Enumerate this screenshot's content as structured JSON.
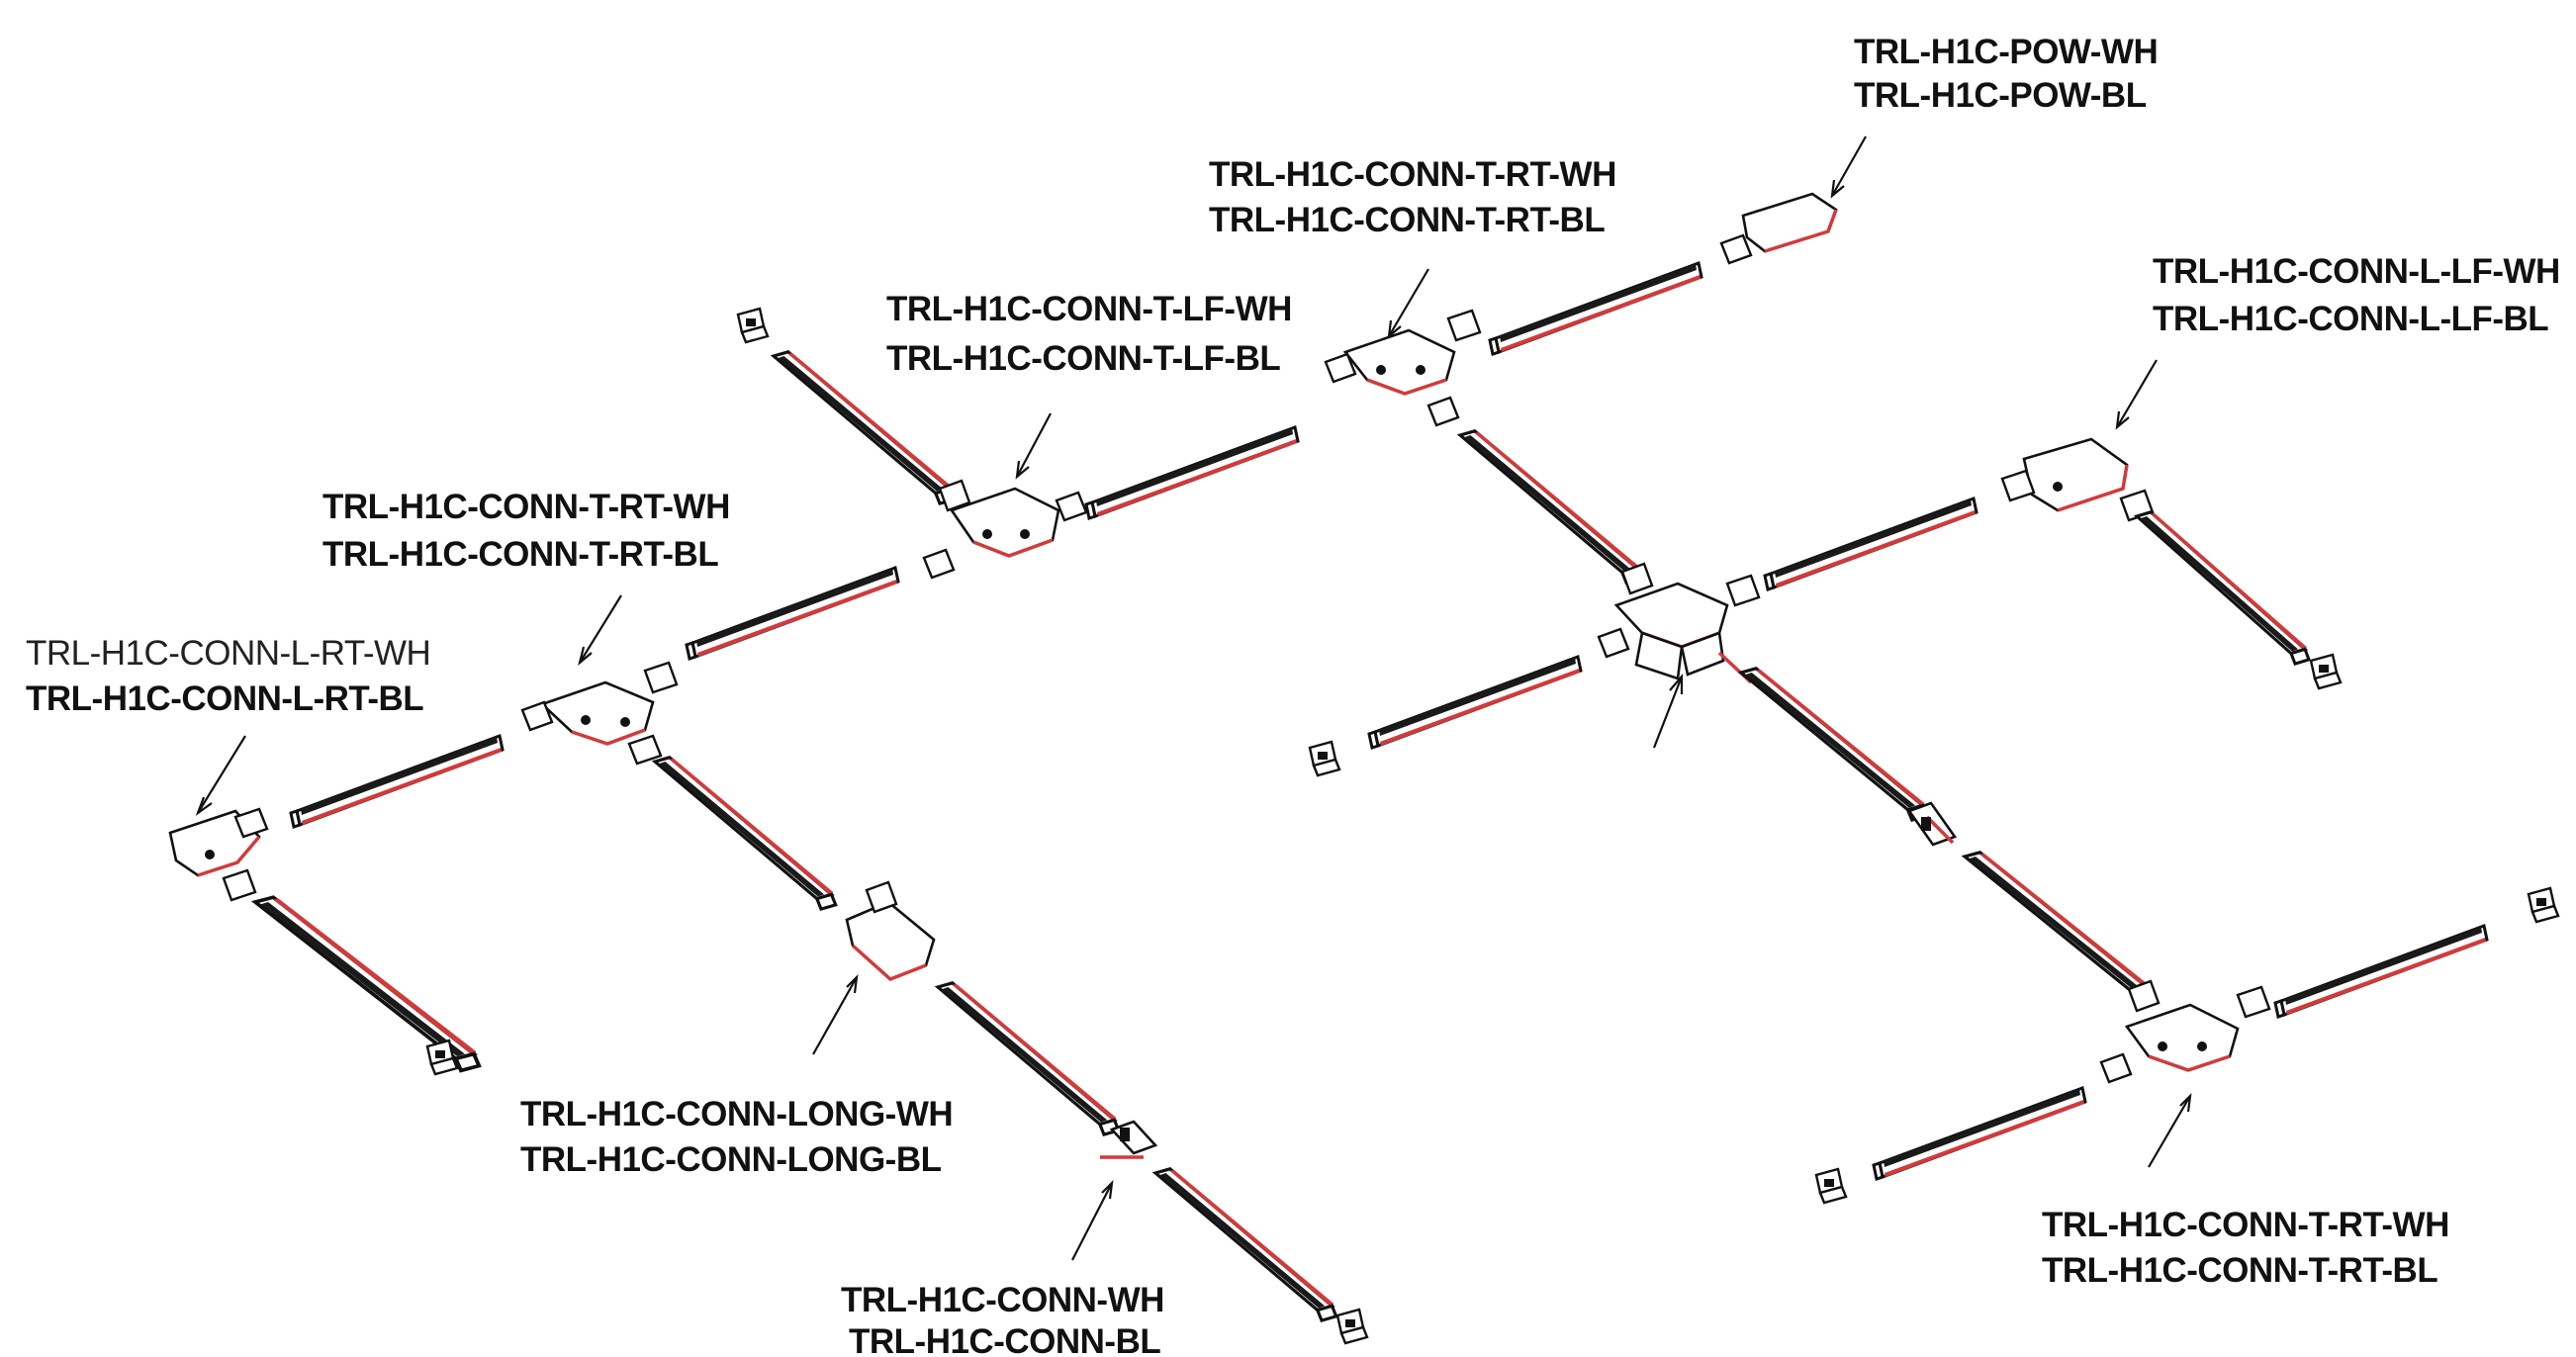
{
  "labels": {
    "conn_l_rt": {
      "line1": "TRL-H1C-CONN-L-RT-WH",
      "line2": "TRL-H1C-CONN-L-RT-BL"
    },
    "conn_t_rt_left": {
      "line1": "TRL-H1C-CONN-T-RT-WH",
      "line2": "TRL-H1C-CONN-T-RT-BL"
    },
    "conn_t_lf": {
      "line1": "TRL-H1C-CONN-T-LF-WH",
      "line2": "TRL-H1C-CONN-T-LF-BL"
    },
    "conn_t_rt_top": {
      "line1": "TRL-H1C-CONN-T-RT-WH",
      "line2": "TRL-H1C-CONN-T-RT-BL"
    },
    "pow": {
      "line1": "TRL-H1C-POW-WH",
      "line2": "TRL-H1C-POW-BL"
    },
    "conn_l_lf": {
      "line1": "TRL-H1C-CONN-L-LF-WH",
      "line2": "TRL-H1C-CONN-L-LF-BL"
    },
    "conn_long": {
      "line1": "TRL-H1C-CONN-LONG-WH",
      "line2": "TRL-H1C-CONN-LONG-BL"
    },
    "conn": {
      "line1": "TRL-H1C-CONN-WH",
      "line2": "TRL-H1C-CONN-BL"
    },
    "conn_t_rt_bottom": {
      "line1": "TRL-H1C-CONN-T-RT-WH",
      "line2": "TRL-H1C-CONN-T-RT-BL"
    }
  },
  "colors": {
    "rail_outline": "#111111",
    "rail_accent": "#d23a3a",
    "background": "#ffffff"
  }
}
